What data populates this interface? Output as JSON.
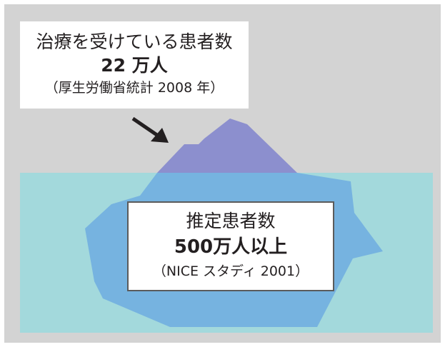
{
  "top_label": {
    "title": "治療を受けている患者数",
    "value": "22 万人",
    "source": "（厚生労働省統計 2008 年）"
  },
  "center_label": {
    "title": "推定患者数",
    "value": "500万人以上",
    "source": "（NICE スタディ 2001）"
  },
  "colors": {
    "background": "#d3d3d3",
    "water": "#a3d9dc",
    "iceberg_underwater": "#76b3e0",
    "iceberg_tip": "#8c8fce",
    "arrow": "#231f20"
  }
}
